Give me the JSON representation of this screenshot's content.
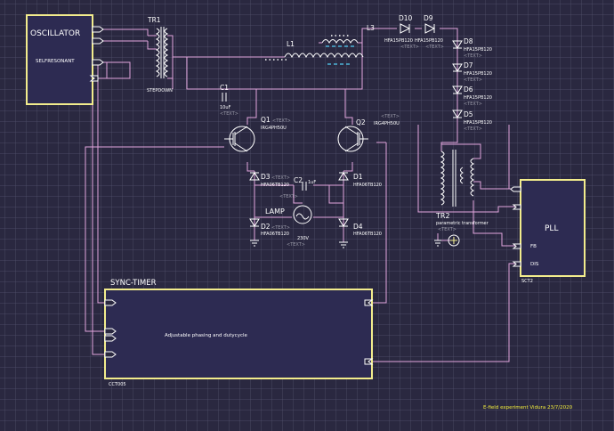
{
  "theme": {
    "background": "#2a2840",
    "grid": "#54536e",
    "wire": "#e2a6de",
    "block_border": "#f2ec8c",
    "footer_color": "#f2ec3c"
  },
  "blocks": {
    "oscillator": {
      "title": "OSCILLATOR",
      "subtitle": "SELFRESONANT"
    },
    "pll": {
      "title": "PLL",
      "pin_fb": "FB",
      "pin_dis": "DIS",
      "ref": "SCT2"
    },
    "sync_timer": {
      "title": "SYNC-TIMER",
      "body": "Adjustable phasing and dutycycle",
      "ref": "CCT005"
    }
  },
  "components": {
    "tr1": {
      "ref": "TR1",
      "value": "STEPDOWN"
    },
    "l1": {
      "ref": "L1"
    },
    "l3": {
      "ref": "L3"
    },
    "d10": {
      "ref": "D10",
      "value": "HFA15PB120"
    },
    "d9": {
      "ref": "D9",
      "value": "HFA15PB120"
    },
    "d8": {
      "ref": "D8",
      "value": "HFA15PB120"
    },
    "d7": {
      "ref": "D7",
      "value": "HFA15PB120"
    },
    "d6": {
      "ref": "D6",
      "value": "HFA15PB120"
    },
    "d5": {
      "ref": "D5",
      "value": "HFA15PB120"
    },
    "c1": {
      "ref": "C1",
      "value": "10uF"
    },
    "q1": {
      "ref": "Q1",
      "value": "IRG4PH50U"
    },
    "q2": {
      "ref": "Q2",
      "value": "IRG4PH50U"
    },
    "d3": {
      "ref": "D3",
      "value": "HFA06TB120"
    },
    "d1": {
      "ref": "D1",
      "value": "HFA06TB120"
    },
    "c2": {
      "ref": "C2",
      "value": "1uF"
    },
    "lamp": {
      "ref": "LAMP",
      "value": "230V"
    },
    "d2": {
      "ref": "D2",
      "value": "HFA06TB120"
    },
    "d4": {
      "ref": "D4",
      "value": "HFA06TB120"
    },
    "tr2": {
      "ref": "TR2",
      "value": "parametric transformer"
    }
  },
  "placeholder": "<TEXT>",
  "footer": "E-field experiment Vidura 23/7/2020"
}
